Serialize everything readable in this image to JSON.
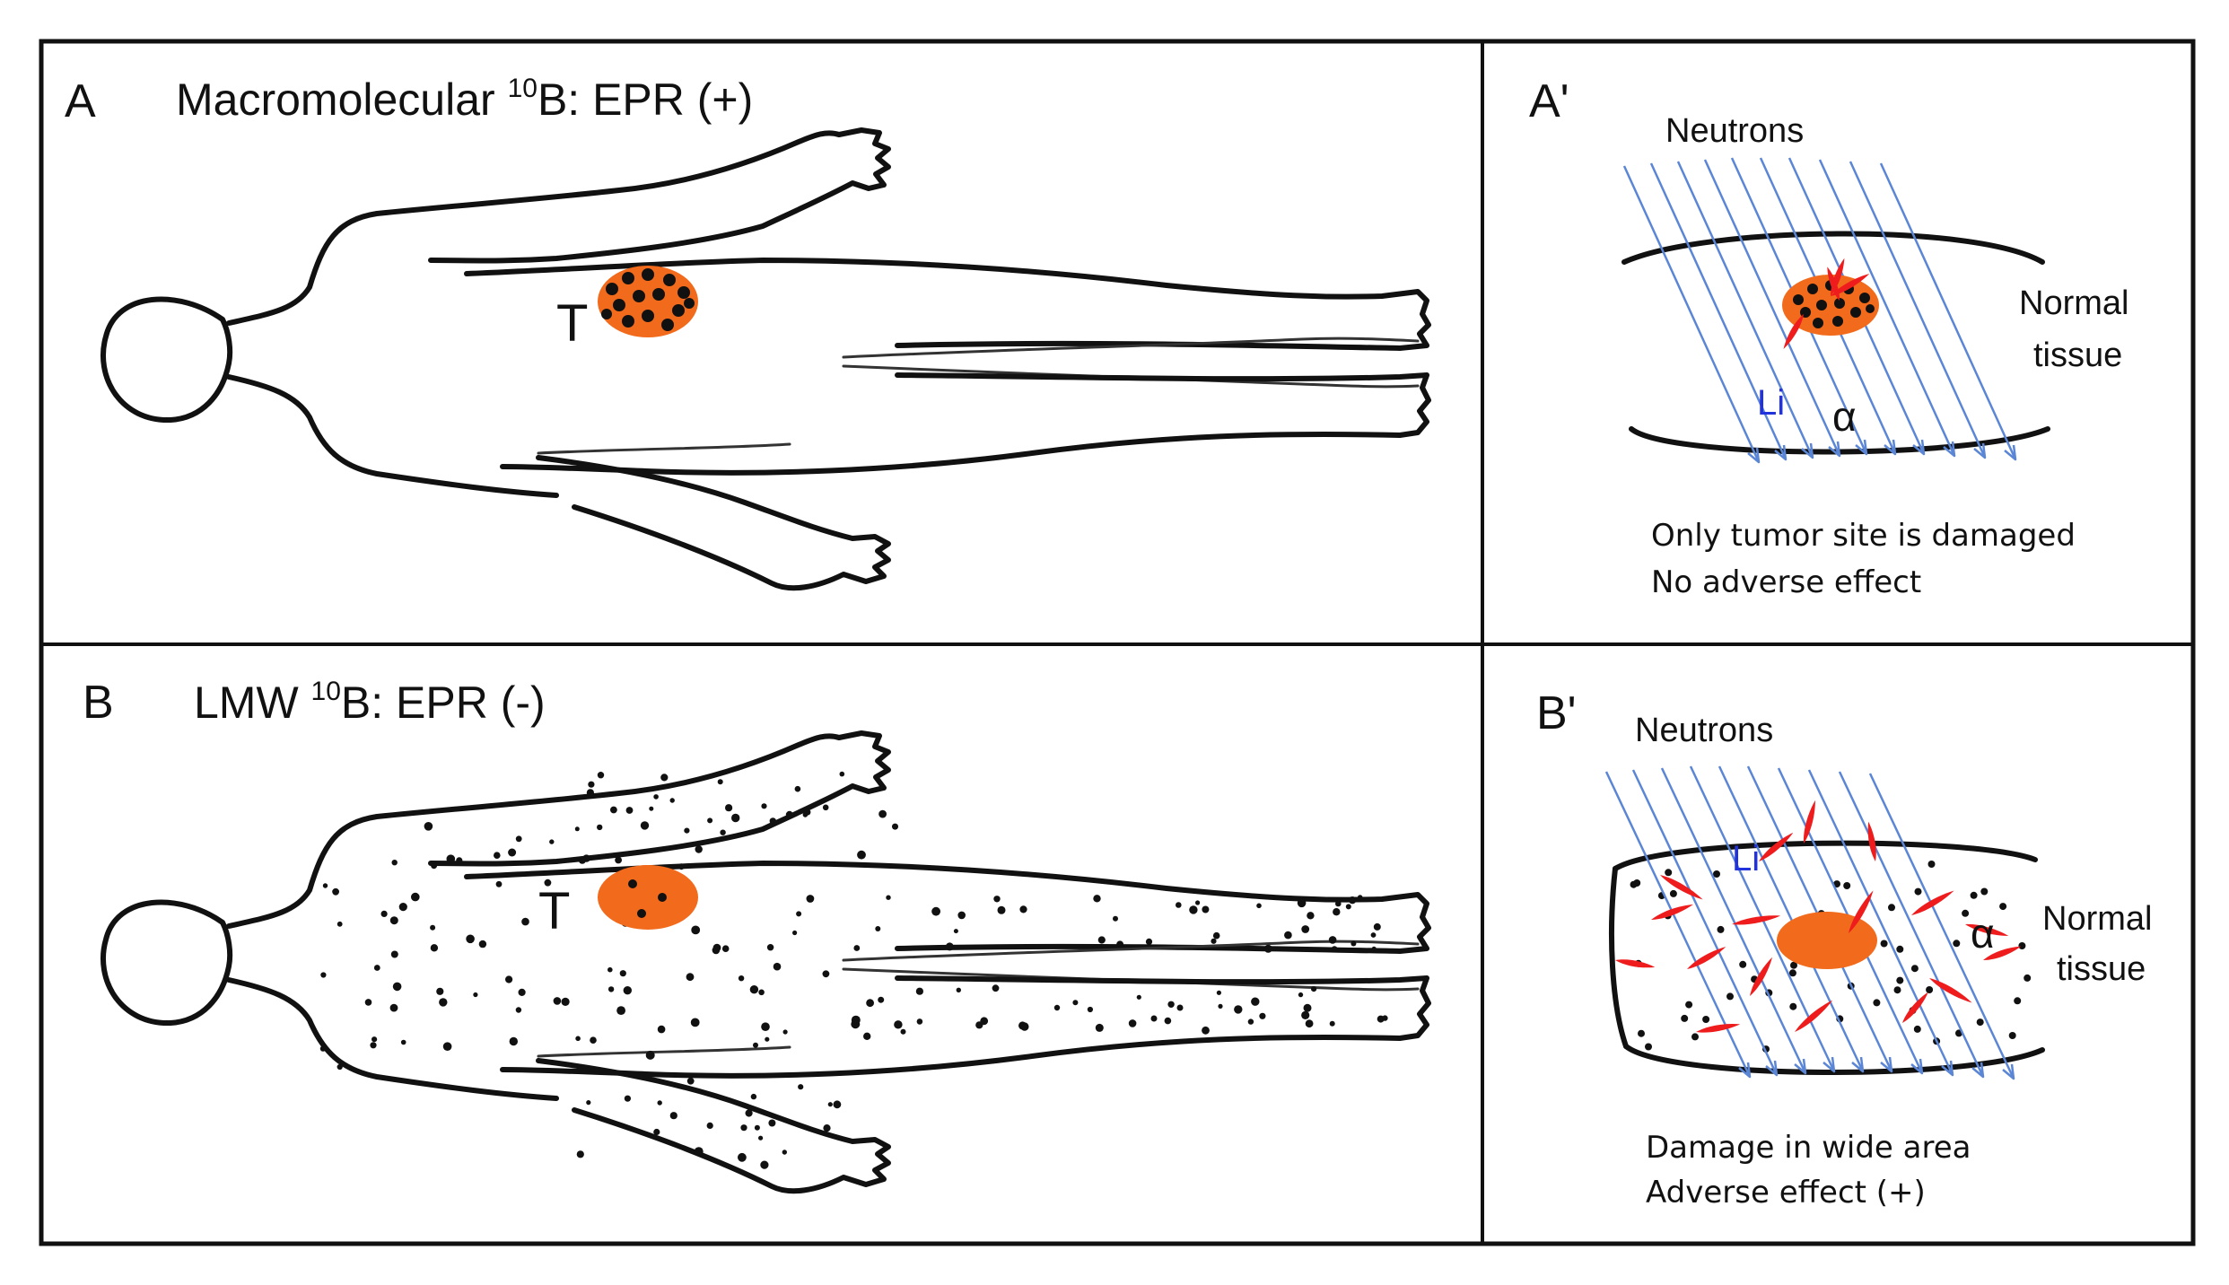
{
  "panels": {
    "A": {
      "letter": "A",
      "title_prefix": "Macromolecular ",
      "isotope": "10",
      "title_suffix": "B:  EPR (+)",
      "tumor_label": "T"
    },
    "B": {
      "letter": "B",
      "title_prefix": "LMW ",
      "isotope": "10",
      "title_suffix": "B: EPR (-)",
      "tumor_label": "T"
    },
    "A2": {
      "letter": "A'",
      "neutrons": "Neutrons",
      "normal": "Normal",
      "tissue": "tissue",
      "li": "Li",
      "alpha": "α",
      "note_line1": "Only tumor site is damaged",
      "note_line2": "No adverse effect"
    },
    "B2": {
      "letter": "B'",
      "neutrons": "Neutrons",
      "normal": "Normal",
      "tissue": "tissue",
      "li": "Li",
      "alpha": "α",
      "note_line1": "Damage in wide area",
      "note_line2": "Adverse effect (+)"
    }
  },
  "colors": {
    "tumor": "#f26a1b",
    "beam": "#5b86d6",
    "fragment": "#ee1c1c",
    "li_label": "#2233dd",
    "frame": "#111111"
  }
}
